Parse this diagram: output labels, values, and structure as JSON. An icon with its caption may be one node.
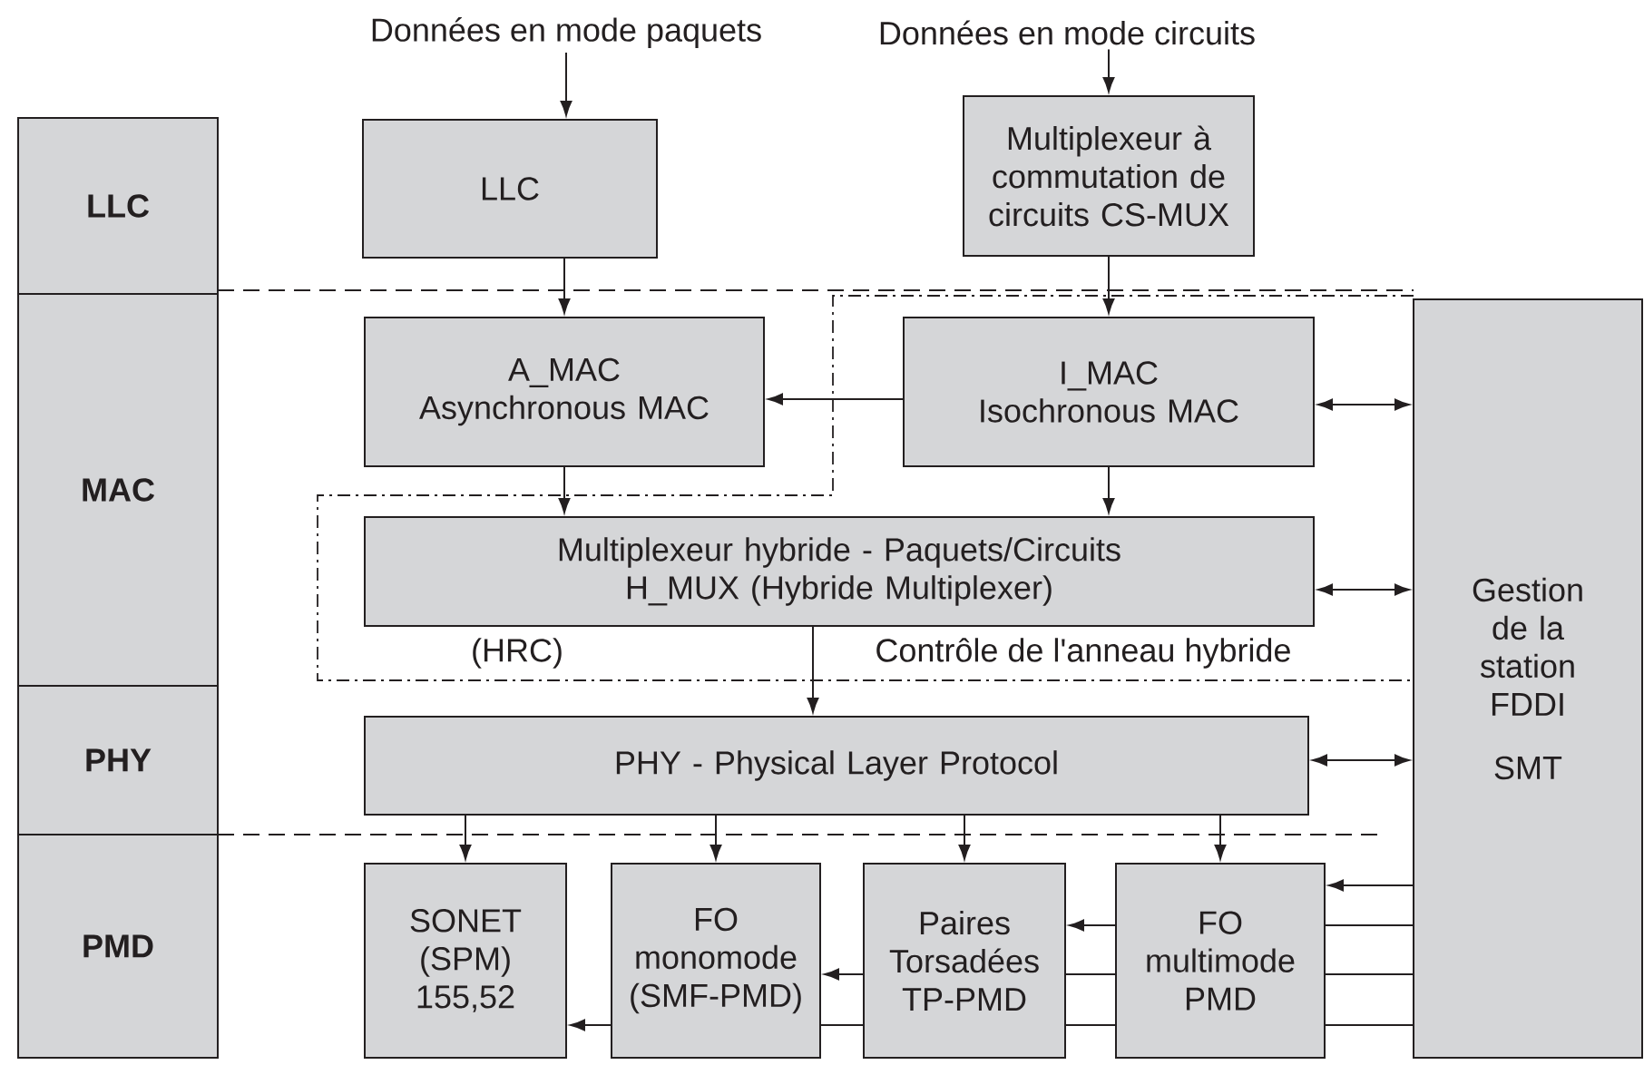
{
  "diagram": {
    "nodes": [
      {
        "text": [
          "Données en mode paquets"
        ]
      },
      {
        "text": [
          "Données en mode circuits"
        ]
      },
      {
        "text": [
          "LLC"
        ]
      },
      {
        "text": [
          "MAC"
        ]
      },
      {
        "text": [
          "PHY"
        ]
      },
      {
        "text": [
          "PMD"
        ]
      },
      {
        "text": [
          "LLC"
        ]
      },
      {
        "text": [
          "Multiplexeur à commutation de circuits CS-MUX"
        ]
      },
      {
        "text": [
          "A_MAC",
          "Asynchronous MAC"
        ]
      },
      {
        "text": [
          "I_MAC",
          "Isochronous MAC"
        ]
      },
      {
        "text": [
          "Multiplexeur hybride - Paquets/Circuits",
          "H_MUX (Hybride Multiplexer)"
        ]
      },
      {
        "text": [
          "PHY - Physical Layer Protocol"
        ]
      },
      {
        "text": [
          "SONET (SPM) 155,52"
        ]
      },
      {
        "text": [
          "FO monomode (SMF-PMD)"
        ]
      },
      {
        "text": [
          "Paires Torsadées TP-PMD"
        ]
      },
      {
        "text": [
          "FO multimode PMD"
        ]
      },
      {
        "text": [
          "Gestion de la station FDDI",
          "SMT"
        ]
      }
    ],
    "edges": [
      {
        "from": 0,
        "to": 6,
        "arrow": "to"
      },
      {
        "from": 1,
        "to": 7,
        "arrow": "to"
      },
      {
        "from": 6,
        "to": 8,
        "arrow": "to"
      },
      {
        "from": 7,
        "to": 9,
        "arrow": "to"
      },
      {
        "from": 9,
        "to": 8,
        "arrow": "to"
      },
      {
        "from": 8,
        "to": 10,
        "arrow": "to"
      },
      {
        "from": 9,
        "to": 10,
        "arrow": "to"
      },
      {
        "from": 16,
        "to": 9,
        "arrow": "both"
      },
      {
        "from": 16,
        "to": 10,
        "arrow": "both"
      },
      {
        "from": 10,
        "to": 11,
        "arrow": "to"
      },
      {
        "from": 16,
        "to": 11,
        "arrow": "both"
      },
      {
        "from": 11,
        "to": 12,
        "arrow": "to"
      },
      {
        "from": 11,
        "to": 13,
        "arrow": "to"
      },
      {
        "from": 11,
        "to": 14,
        "arrow": "to"
      },
      {
        "from": 11,
        "to": 15,
        "arrow": "to"
      },
      {
        "from": 16,
        "to": 15,
        "arrow": "to"
      },
      {
        "from": 16,
        "to": 15,
        "arrow": "none"
      },
      {
        "from": 15,
        "to": 14,
        "arrow": "to"
      },
      {
        "from": 16,
        "to": 15,
        "arrow": "none"
      },
      {
        "from": 15,
        "to": 14,
        "arrow": "none"
      },
      {
        "from": 14,
        "to": 13,
        "arrow": "to"
      },
      {
        "from": 16,
        "to": 15,
        "arrow": "none"
      },
      {
        "from": 15,
        "to": 14,
        "arrow": "none"
      },
      {
        "from": 14,
        "to": 13,
        "arrow": "none"
      },
      {
        "from": 13,
        "to": 12,
        "arrow": "to"
      }
    ],
    "labels": [
      "(HRC)",
      "Contrôle de l'anneau hybride"
    ]
  }
}
